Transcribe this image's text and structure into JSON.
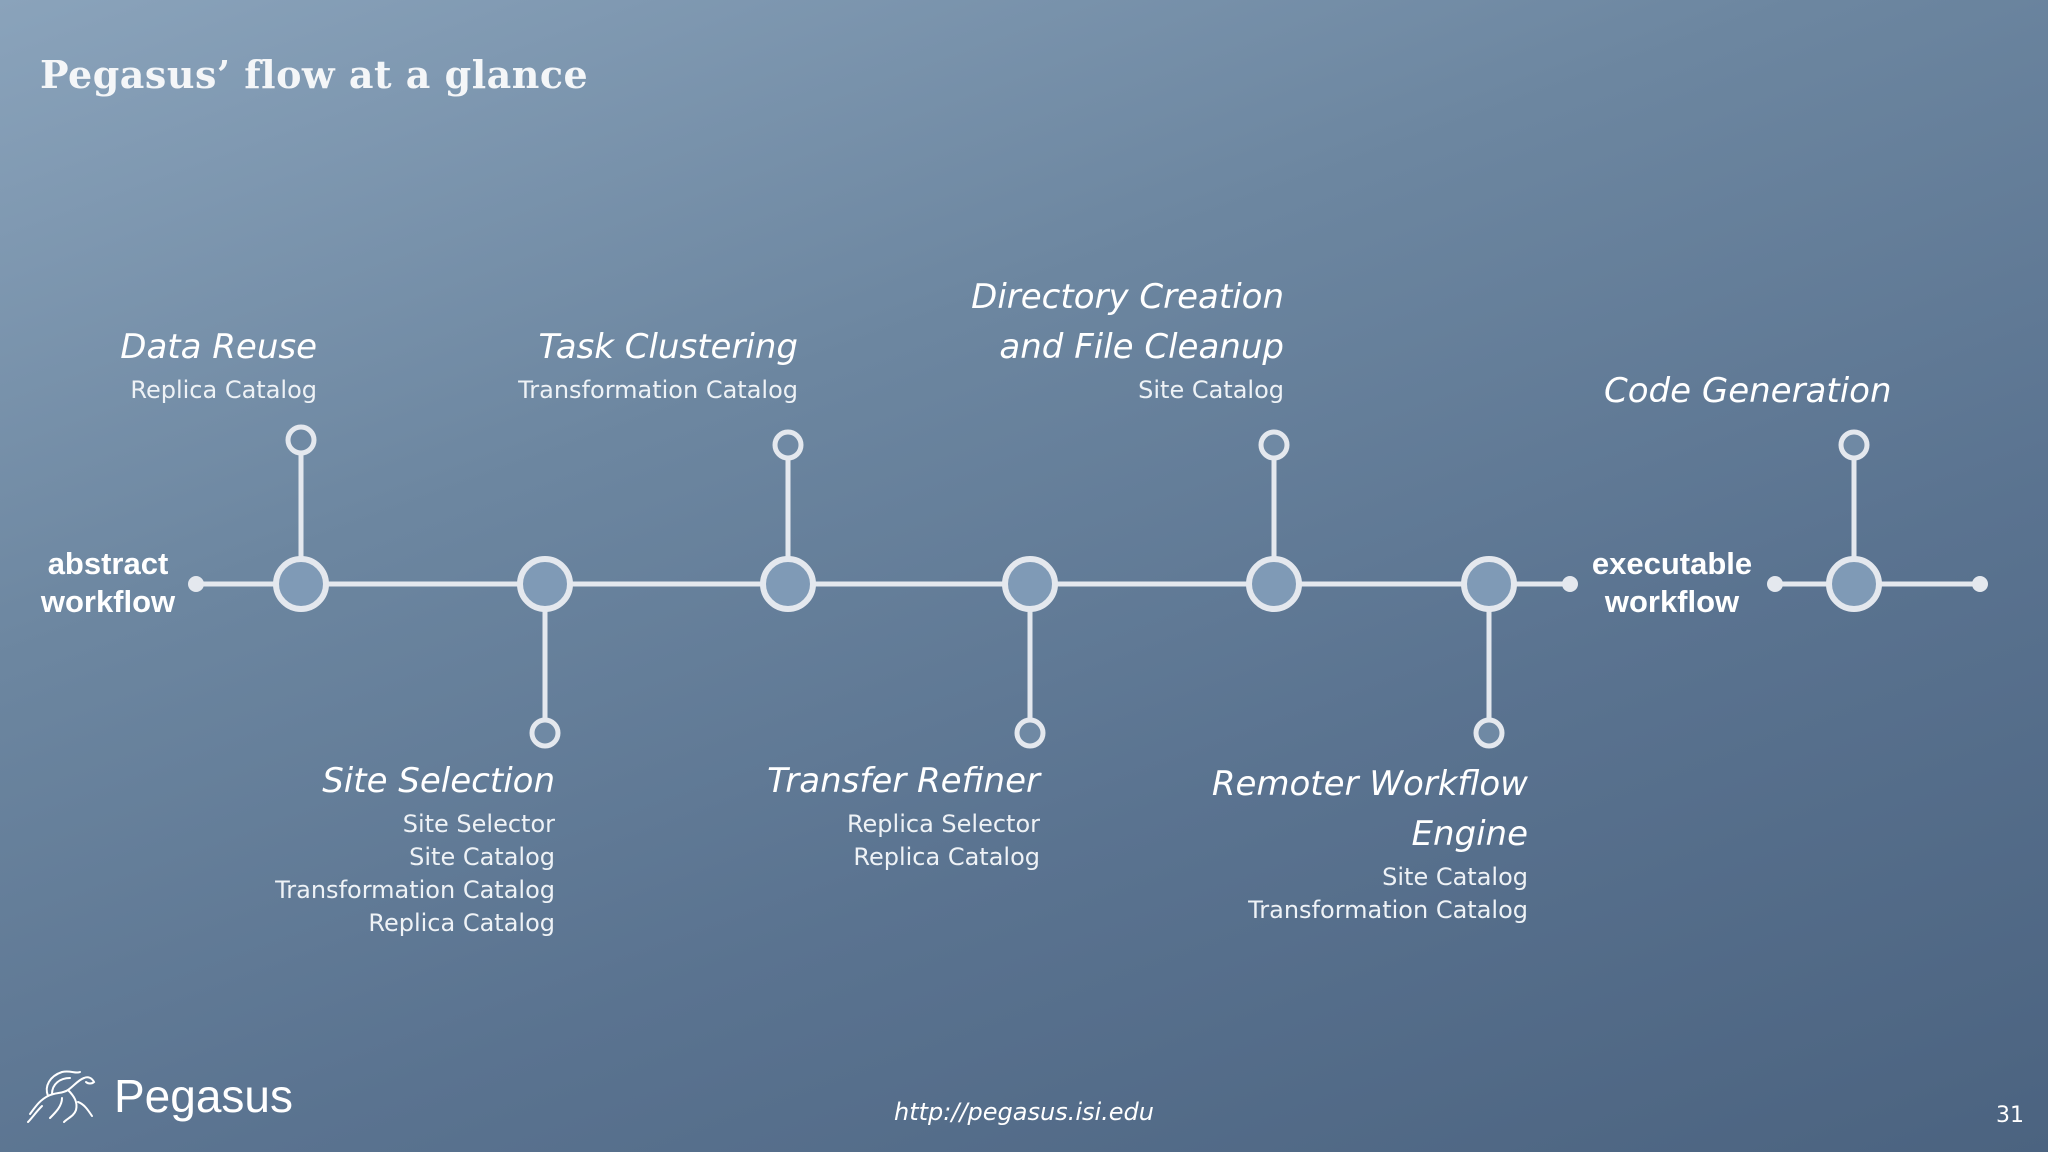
{
  "slide": {
    "title": "Pegasus’ flow at a glance",
    "page_number": "31",
    "footer_url": "http://pegasus.isi.edu",
    "logo_text": "Pegasus"
  },
  "endpoints": {
    "start": {
      "line1": "abstract",
      "line2": "workflow"
    },
    "end": {
      "line1": "executable",
      "line2": "workflow"
    }
  },
  "steps": [
    {
      "title_lines": [
        "Data Reuse"
      ],
      "catalogs": [
        "Replica Catalog"
      ]
    },
    {
      "title_lines": [
        "Site Selection"
      ],
      "catalogs": [
        "Site Selector",
        "Site Catalog",
        "Transformation Catalog",
        "Replica Catalog"
      ]
    },
    {
      "title_lines": [
        "Task Clustering"
      ],
      "catalogs": [
        "Transformation Catalog"
      ]
    },
    {
      "title_lines": [
        "Transfer Refiner"
      ],
      "catalogs": [
        "Replica Selector",
        "Replica Catalog"
      ]
    },
    {
      "title_lines": [
        "Directory Creation",
        "and File Cleanup"
      ],
      "catalogs": [
        "Site Catalog"
      ]
    },
    {
      "title_lines": [
        "Remoter Workflow",
        "Engine"
      ],
      "catalogs": [
        "Site Catalog",
        "Transformation Catalog"
      ]
    },
    {
      "title_lines": [
        "Code Generation"
      ],
      "catalogs": []
    }
  ],
  "colors": {
    "line": "#e4e8ee",
    "node_fill": "#7f9ab6",
    "background_start": "#8aa3bb",
    "background_end": "#4b6380"
  }
}
